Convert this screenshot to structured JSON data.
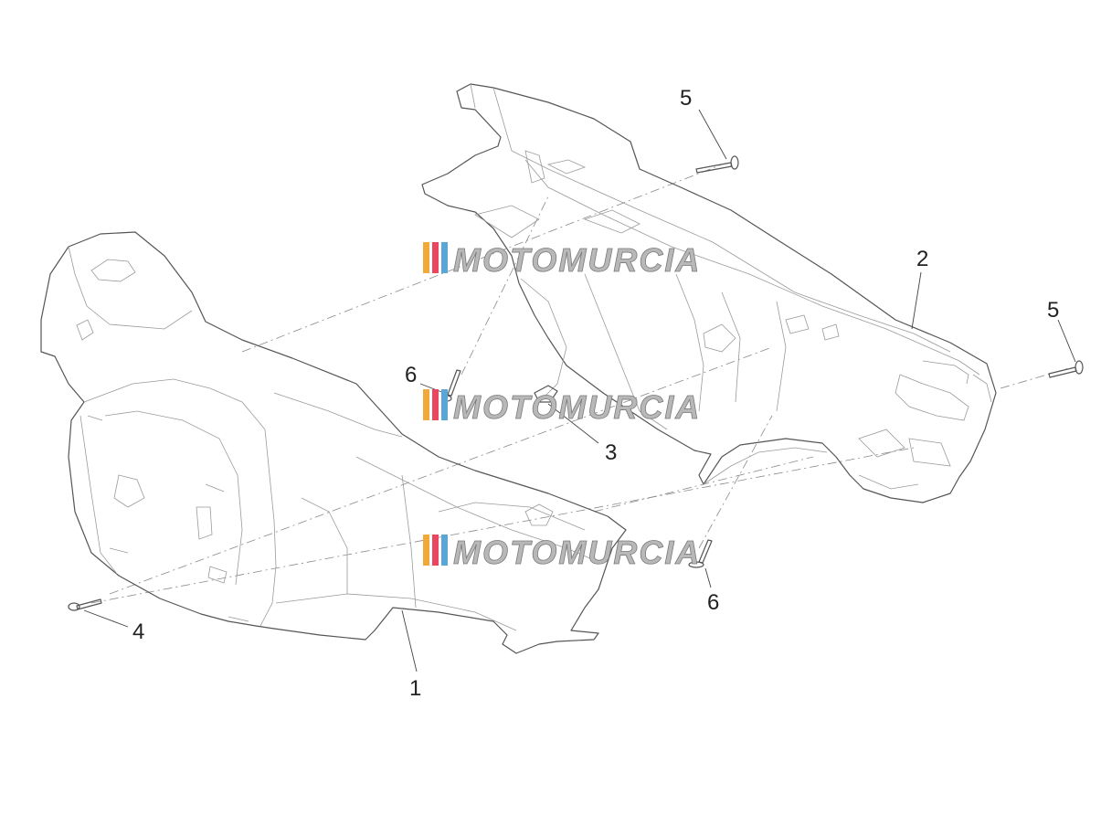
{
  "diagram": {
    "callouts": [
      "5",
      "2",
      "5",
      "6",
      "3",
      "6",
      "4",
      "1"
    ]
  },
  "watermark": {
    "text": "MOTOMURCIA",
    "stripe_colors": [
      "#f2a93b",
      "#e8475f",
      "#5aa6d6"
    ]
  },
  "colors": {
    "line": "#555555",
    "detail": "#9a9a9a",
    "label": "#222222"
  }
}
